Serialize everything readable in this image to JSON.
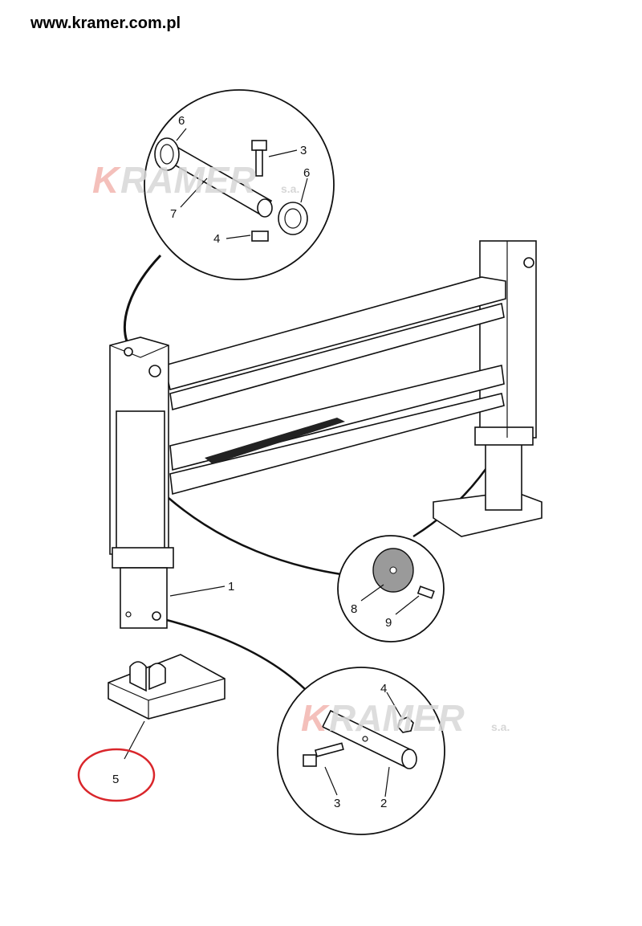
{
  "header": {
    "url": "www.kramer.com.pl"
  },
  "watermark": {
    "letter_k": "K",
    "rest": "RAMER",
    "suffix": "s.a."
  },
  "callouts": {
    "top_detail": [
      "6",
      "3",
      "6",
      "7",
      "4"
    ],
    "frame": "1",
    "plate": "5",
    "mid_detail": [
      "8",
      "9"
    ],
    "bottom_detail": [
      "4",
      "3",
      "2"
    ]
  },
  "colors": {
    "highlight": "#d9262b",
    "watermark_k": "#f3b6b0",
    "watermark_rest": "#d8d8d8"
  }
}
